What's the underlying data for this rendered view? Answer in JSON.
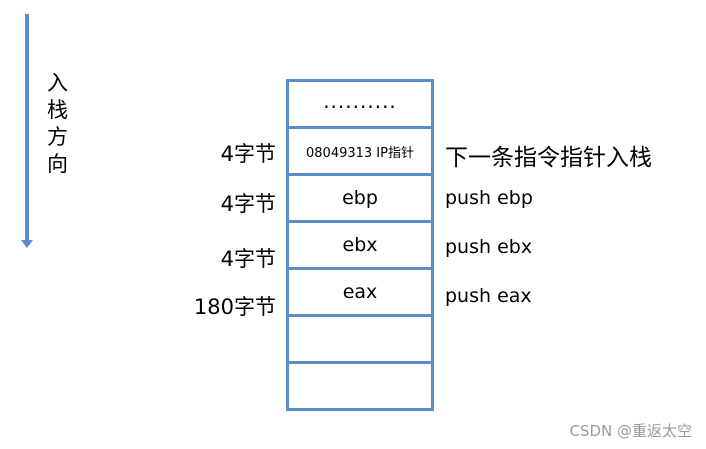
{
  "direction_label": "入栈方向",
  "stack_cells": [
    "..........",
    "08049313  IP指针",
    "ebp",
    "ebx",
    "eax",
    "",
    ""
  ],
  "sizes": [
    "4字节",
    "4字节",
    "4字节",
    "180字节"
  ],
  "operations": [
    "下一条指令指针入栈",
    "push ebp",
    "push ebx",
    "push eax"
  ],
  "watermark": "CSDN @重返太空",
  "colors": {
    "accent": "#5b8ec8"
  }
}
